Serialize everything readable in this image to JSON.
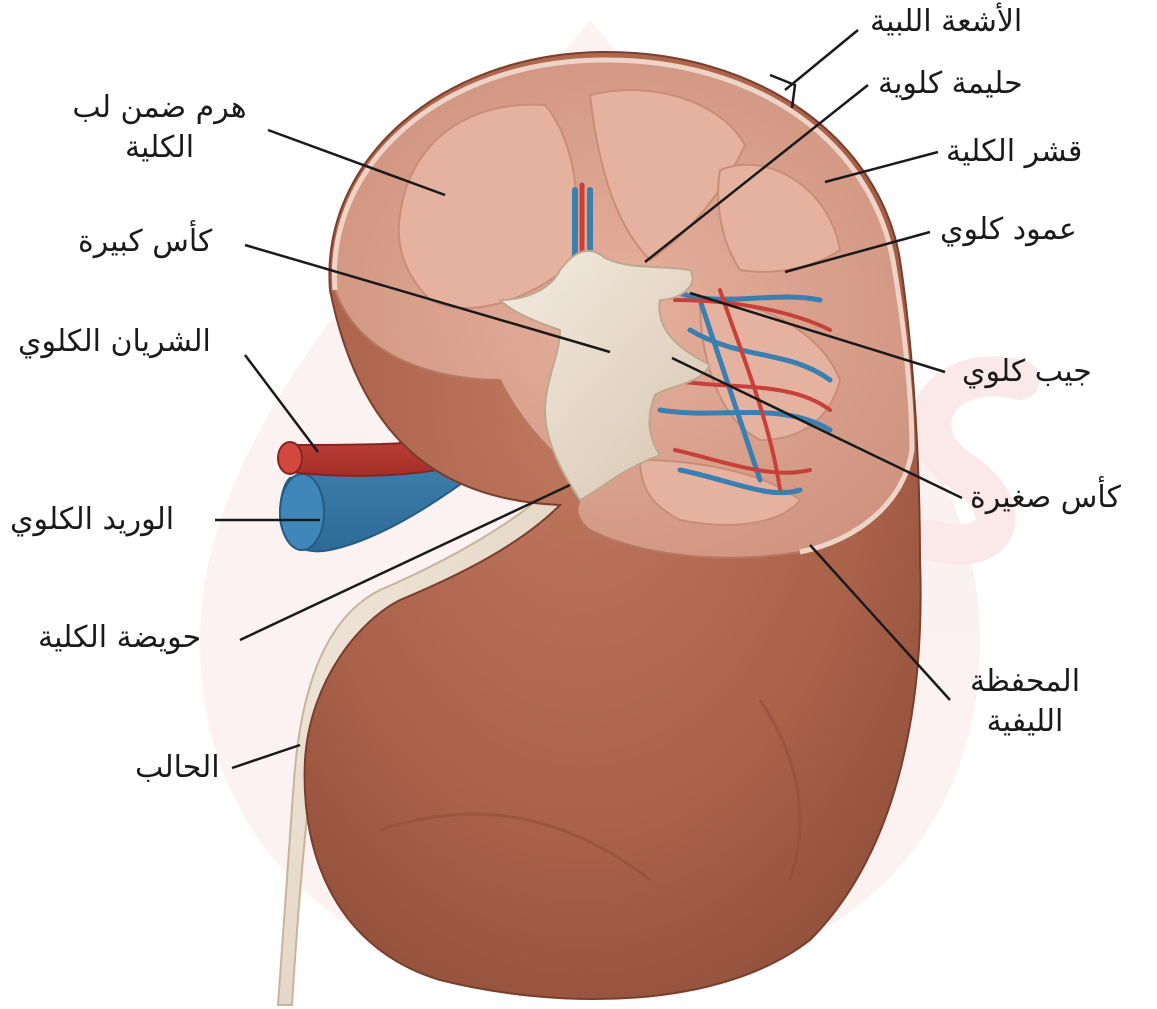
{
  "labels": {
    "medullary_rays": "الأشعة اللبية",
    "renal_papilla": "حليمة كلوية",
    "renal_cortex": "قشر الكلية",
    "renal_column": "عمود كلوي",
    "renal_sinus": "جيب كلوي",
    "minor_calyx": "كأس صغيرة",
    "fibrous_capsule_line1": "المحفظة",
    "fibrous_capsule_line2": "الليفية",
    "pyramid_line1": "هرم ضمن لب",
    "pyramid_line2": "الكلية",
    "major_calyx": "كأس كبيرة",
    "renal_artery": "الشريان الكلوي",
    "renal_vein": "الوريد الكلوي",
    "renal_pelvis": "حويضة الكلية",
    "ureter": "الحالب"
  },
  "colors": {
    "cortex": "#d79e89",
    "medulla": "#e8b5a3",
    "exterior": "#a9614a",
    "pelvis": "#e9dccb",
    "artery": "#c8403a",
    "vein": "#3a7fb0",
    "watermark": "#fbe7e7",
    "leader": "#1a1a1a"
  }
}
